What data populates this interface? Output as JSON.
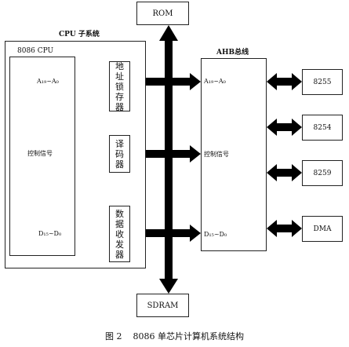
{
  "rom": "ROM",
  "sdram": "SDRAM",
  "cpu_subsystem": {
    "title": "CPU 子系统",
    "cpu_label": "8086 CPU",
    "addr": "A₁₉~A₀",
    "ctrl": "控制信号",
    "data": "D₁₅~D₀",
    "latch": "地址锁存器",
    "decoder": "译码器",
    "transceiver": "数据收发器"
  },
  "ahb": {
    "title": "AHB总线",
    "addr": "A₁₉~A₀",
    "ctrl": "控制信号",
    "data": "D₁₅~D₀"
  },
  "peripherals": [
    "8255",
    "8254",
    "8259",
    "DMA"
  ],
  "caption": "图 2    8086 单芯片计算机系统结构"
}
